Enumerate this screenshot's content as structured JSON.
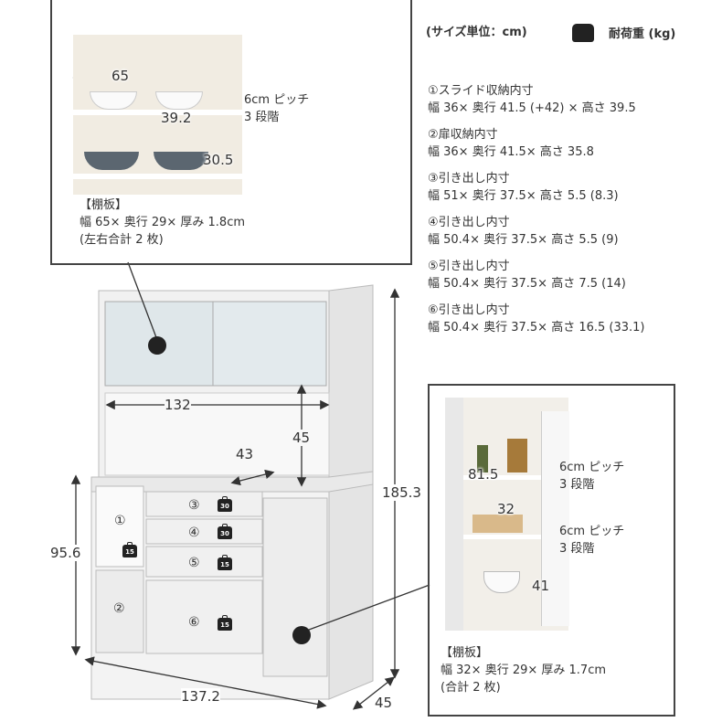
{
  "header": {
    "unit_note": "(サイズ単位：cm)",
    "load_icon": "weight-bag-icon",
    "load_label": "耐荷重 (kg)"
  },
  "specs": [
    {
      "title": "①スライド収納内寸",
      "detail": "幅 36× 奥行 41.5 (+42) × 高さ 39.5"
    },
    {
      "title": "②扉収納内寸",
      "detail": "幅 36× 奥行 41.5× 高さ 35.8"
    },
    {
      "title": "③引き出し内寸",
      "detail": "幅 51× 奥行 37.5× 高さ 5.5 (8.3)"
    },
    {
      "title": "④引き出し内寸",
      "detail": "幅 50.4× 奥行 37.5× 高さ 5.5 (9)"
    },
    {
      "title": "⑤引き出し内寸",
      "detail": "幅 50.4× 奥行 37.5× 高さ 7.5 (14)"
    },
    {
      "title": "⑥引き出し内寸",
      "detail": "幅 50.4× 奥行 37.5× 高さ 16.5 (33.1)"
    }
  ],
  "upper_inset": {
    "width": "65",
    "height": "39.2",
    "depth": "30.5",
    "pitch_1": "6cm ピッチ",
    "pitch_2": "3 段階",
    "shelf_title": "【棚板】",
    "shelf_detail": "幅 65× 奥行 29× 厚み 1.8cm",
    "shelf_count": "(左右合計 2 枚)"
  },
  "lower_inset": {
    "height": "81.5",
    "width": "32",
    "depth": "41",
    "pitch_a1": "6cm ピッチ",
    "pitch_a2": "3 段階",
    "pitch_b1": "6cm ピッチ",
    "pitch_b2": "3 段階",
    "shelf_title": "【棚板】",
    "shelf_detail": "幅 32× 奥行 29× 厚み 1.7cm",
    "shelf_count": "(合計 2 枚)"
  },
  "cabinet": {
    "open_width": "132",
    "open_height": "45",
    "counter_depth": "43",
    "total_height": "185.3",
    "lower_height": "95.6",
    "total_width": "137.2",
    "total_depth": "45",
    "labels": [
      "①",
      "②",
      "③",
      "④",
      "⑤",
      "⑥"
    ],
    "loads": {
      "slot1": "15",
      "drawer3": "30",
      "drawer4": "30",
      "drawer5": "15",
      "drawer6": "15"
    }
  },
  "colors": {
    "cabinet": "#f3f3f3",
    "outline": "#bbbbbb",
    "text": "#333333",
    "icon": "#222222"
  }
}
